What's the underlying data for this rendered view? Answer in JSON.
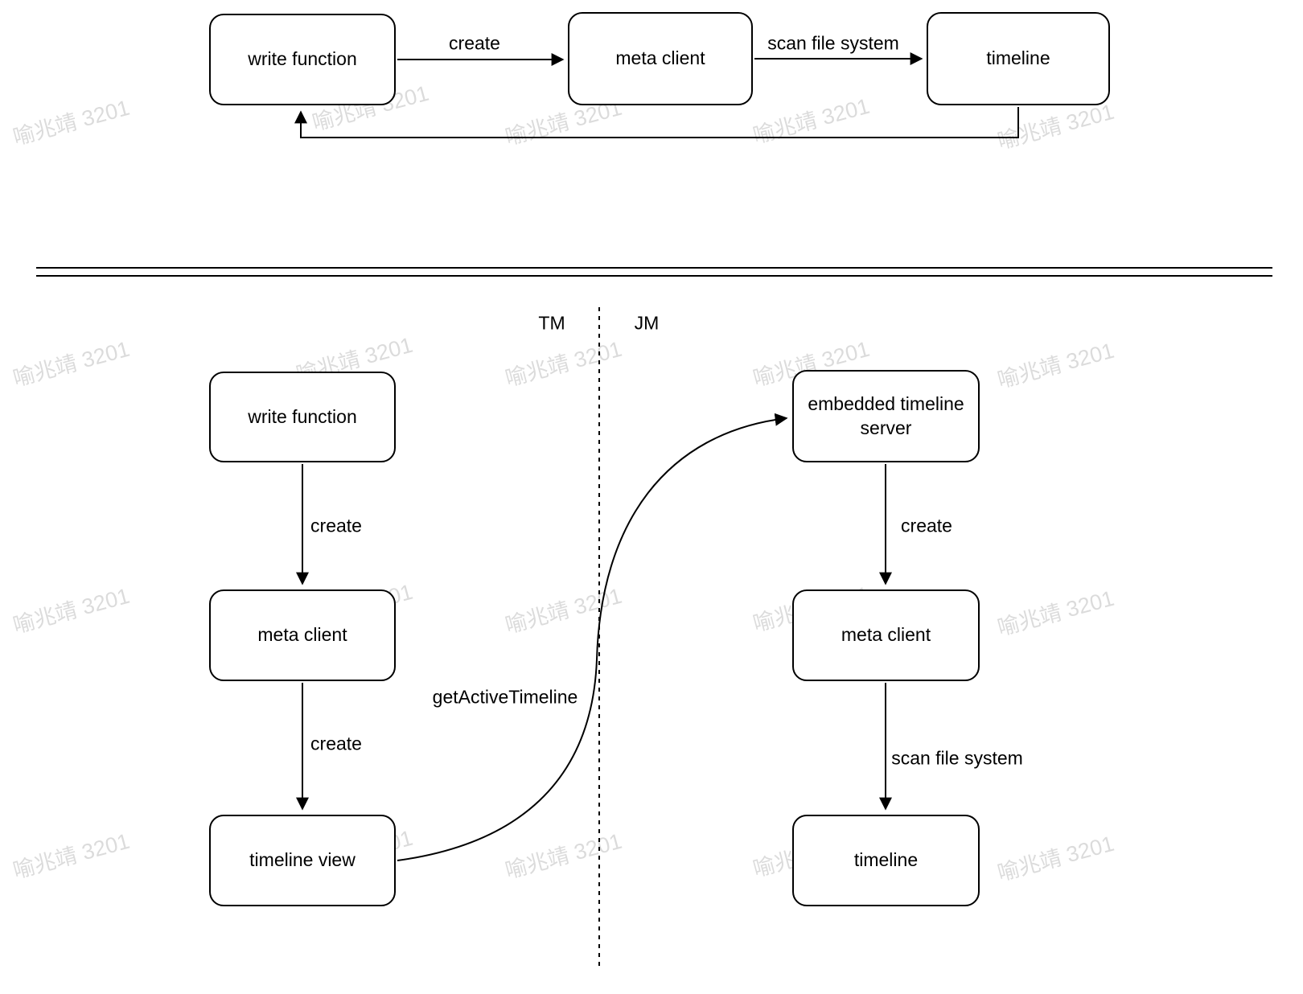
{
  "watermark": {
    "text": "喻兆靖 3201"
  },
  "top_flow": {
    "write_function": "write function",
    "meta_client": "meta client",
    "timeline": "timeline",
    "edge_create": "create",
    "edge_scan": "scan file system"
  },
  "bottom_flow": {
    "lane_tm": "TM",
    "lane_jm": "JM",
    "tm_write_function": "write function",
    "tm_meta_client": "meta client",
    "tm_timeline_view": "timeline view",
    "tm_edge_create_1": "create",
    "tm_edge_create_2": "create",
    "jm_embedded_timeline_server": "embedded timeline server",
    "jm_meta_client": "meta client",
    "jm_timeline": "timeline",
    "jm_edge_create": "create",
    "jm_edge_scan": "scan file system",
    "edge_get_active_timeline": "getActiveTimeline"
  }
}
